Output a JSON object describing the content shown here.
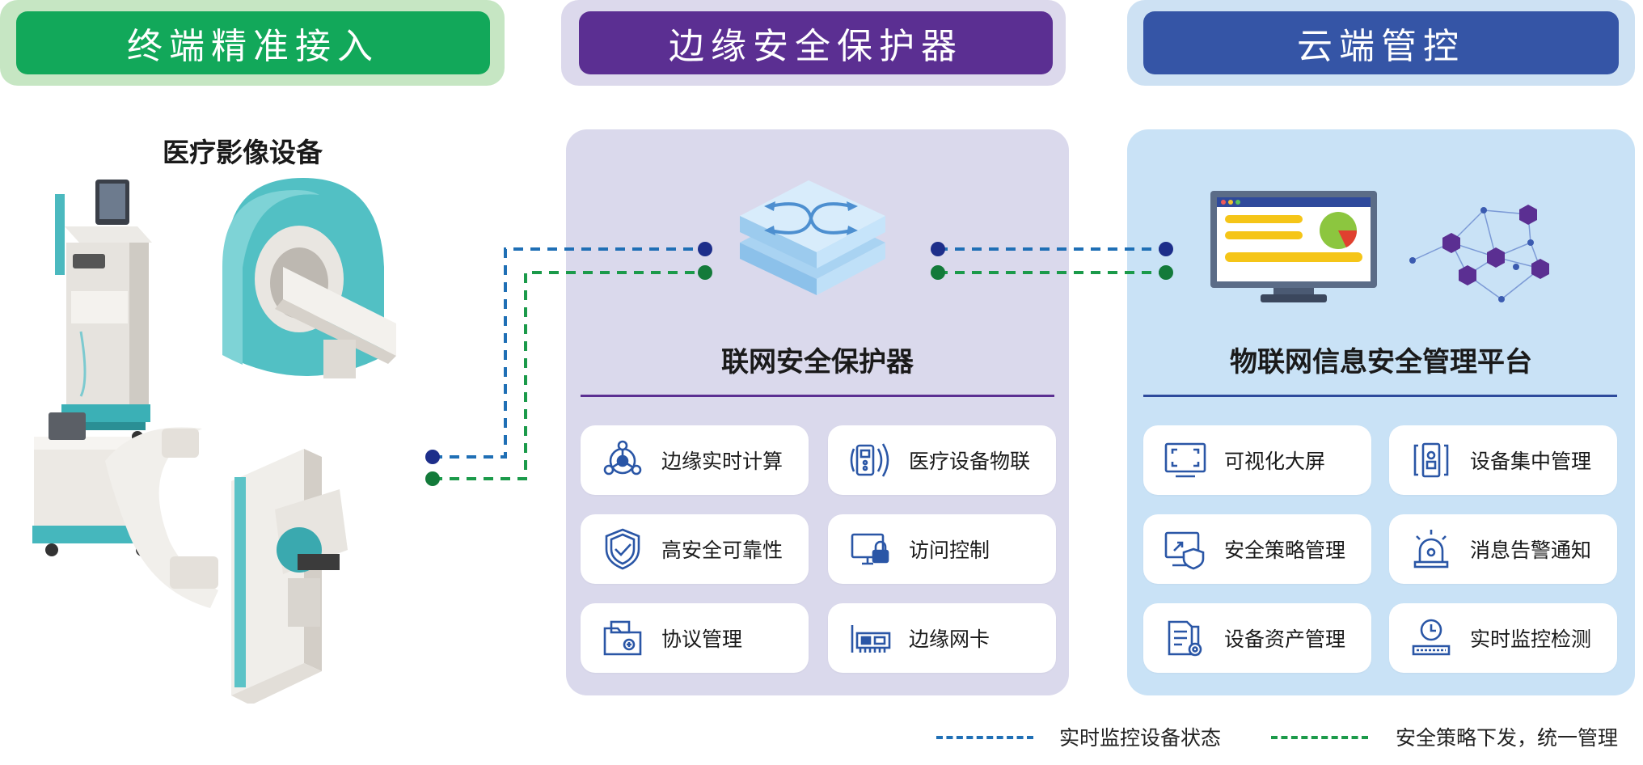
{
  "headers": {
    "terminal": "终端精准接入",
    "edge": "边缘安全保护器",
    "cloud": "云端管控"
  },
  "device_group_label": "医疗影像设备",
  "edge_panel": {
    "title": "联网安全保护器",
    "features": [
      {
        "label": "边缘实时计算",
        "icon": "edge-compute-icon"
      },
      {
        "label": "医疗设备物联",
        "icon": "medical-iot-icon"
      },
      {
        "label": "高安全可靠性",
        "icon": "shield-check-icon"
      },
      {
        "label": "访问控制",
        "icon": "access-lock-icon"
      },
      {
        "label": "协议管理",
        "icon": "protocol-folder-icon"
      },
      {
        "label": "边缘网卡",
        "icon": "network-card-icon"
      }
    ]
  },
  "cloud_panel": {
    "title": "物联网信息安全管理平台",
    "features": [
      {
        "label": "可视化大屏",
        "icon": "big-screen-icon"
      },
      {
        "label": "设备集中管理",
        "icon": "device-manage-icon"
      },
      {
        "label": "安全策略管理",
        "icon": "policy-monitor-icon"
      },
      {
        "label": "消息告警通知",
        "icon": "alarm-light-icon"
      },
      {
        "label": "设备资产管理",
        "icon": "asset-server-icon"
      },
      {
        "label": "实时监控检测",
        "icon": "monitor-clock-icon"
      }
    ]
  },
  "legend": {
    "blue_label": "实时监控设备状态",
    "green_label": "安全策略下发，统一管理"
  },
  "colors": {
    "green": "#12a85a",
    "purple": "#5b2f92",
    "navy": "#2d4a9c",
    "blue_line": "#1f6fb5",
    "green_line": "#1b9a4a",
    "icon": "#2a56a6"
  }
}
